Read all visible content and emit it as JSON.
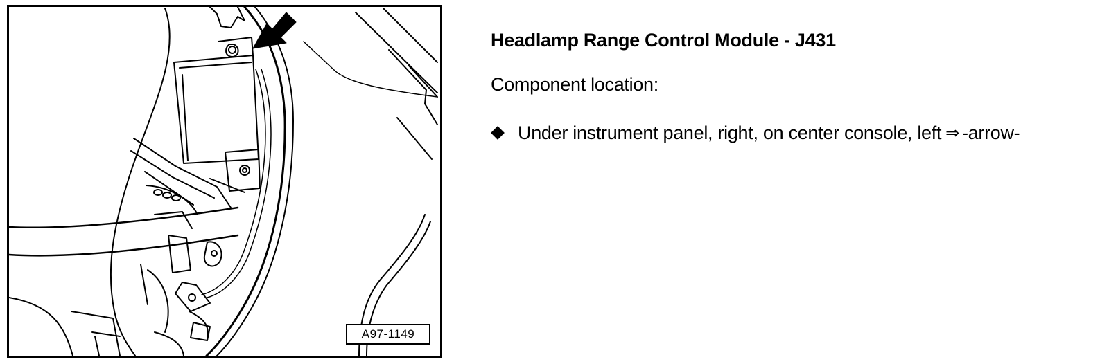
{
  "figure": {
    "id_label": "A97-1149"
  },
  "document": {
    "title": "Headlamp Range Control Module - J431",
    "subtitle": "Component location:",
    "bullets": [
      {
        "text": "Under instrument panel, right, on center console, left",
        "ref_icon": "double-arrow-right-icon",
        "ref_label": "-arrow-"
      }
    ]
  }
}
